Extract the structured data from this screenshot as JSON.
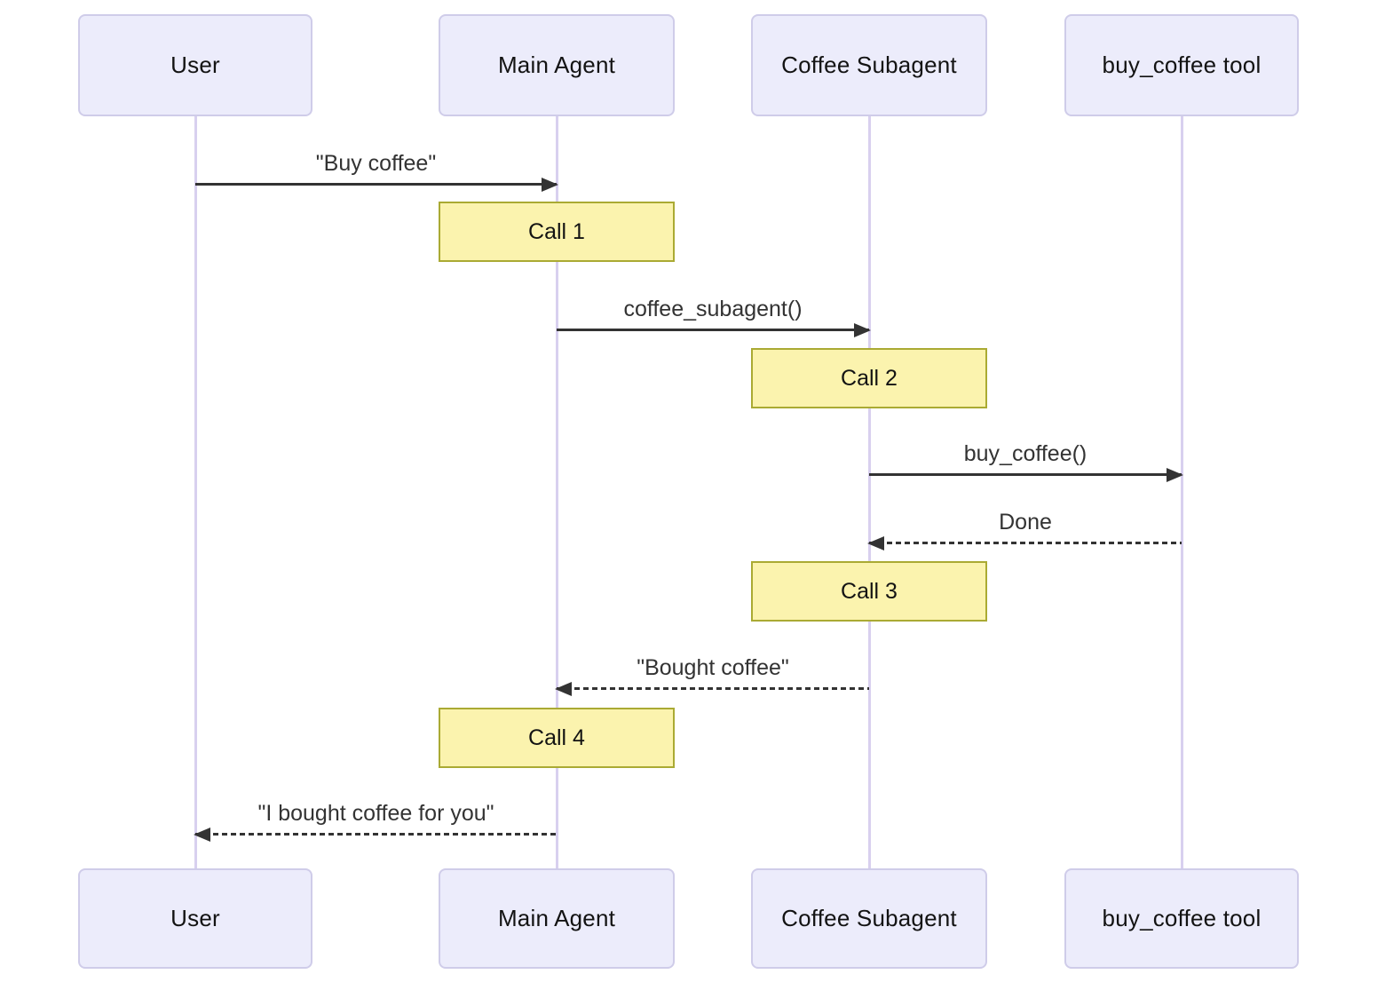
{
  "diagram": {
    "type": "sequence-diagram",
    "colors": {
      "participant_fill": "#ECECFB",
      "participant_border": "#CFCCE9",
      "lifeline": "#D8D0EF",
      "note_fill": "#FBF3AE",
      "note_border": "#AAAA33",
      "arrow": "#333333",
      "text": "#131313",
      "msg_text": "#333333",
      "background": "#FFFFFF"
    },
    "participants": [
      {
        "id": "user",
        "label": "User"
      },
      {
        "id": "main-agent",
        "label": "Main Agent"
      },
      {
        "id": "coffee-subagent",
        "label": "Coffee Subagent"
      },
      {
        "id": "buy-coffee-tool",
        "label": "buy_coffee tool"
      }
    ],
    "messages": [
      {
        "from": "User",
        "to": "Main Agent",
        "label": "\"Buy coffee\"",
        "style": "solid",
        "direction": "right"
      },
      {
        "from": "Main Agent",
        "to": "Coffee Subagent",
        "label": "coffee_subagent()",
        "style": "solid",
        "direction": "right"
      },
      {
        "from": "Coffee Subagent",
        "to": "buy_coffee tool",
        "label": "buy_coffee()",
        "style": "solid",
        "direction": "right"
      },
      {
        "from": "buy_coffee tool",
        "to": "Coffee Subagent",
        "label": "Done",
        "style": "dashed",
        "direction": "left"
      },
      {
        "from": "Coffee Subagent",
        "to": "Main Agent",
        "label": "\"Bought coffee\"",
        "style": "dashed",
        "direction": "left"
      },
      {
        "from": "Main Agent",
        "to": "User",
        "label": "\"I bought coffee for you\"",
        "style": "dashed",
        "direction": "left"
      }
    ],
    "notes": [
      {
        "label": "Call 1",
        "over": "Main Agent"
      },
      {
        "label": "Call 2",
        "over": "Coffee Subagent"
      },
      {
        "label": "Call 3",
        "over": "Coffee Subagent"
      },
      {
        "label": "Call 4",
        "over": "Main Agent"
      }
    ]
  }
}
